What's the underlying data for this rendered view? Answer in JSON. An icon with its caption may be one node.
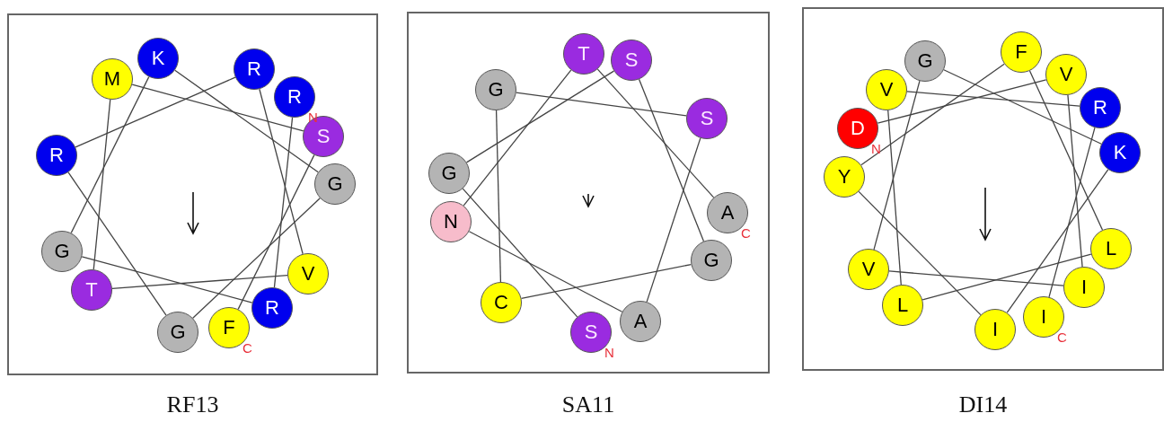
{
  "diagram": {
    "nodes": [
      {
        "text": [
          "RF13"
        ]
      },
      {
        "text": [
          "R"
        ],
        "in": 0,
        "beside": [
          "N"
        ]
      },
      {
        "text": [
          "R"
        ],
        "in": 0
      },
      {
        "text": [
          "G"
        ],
        "in": 0
      },
      {
        "text": [
          "K"
        ],
        "in": 0
      },
      {
        "text": [
          "G"
        ],
        "in": 0
      },
      {
        "text": [
          "G"
        ],
        "in": 0
      },
      {
        "text": [
          "R"
        ],
        "in": 0
      },
      {
        "text": [
          "R"
        ],
        "in": 0
      },
      {
        "text": [
          "V"
        ],
        "in": 0
      },
      {
        "text": [
          "T"
        ],
        "in": 0
      },
      {
        "text": [
          "M"
        ],
        "in": 0
      },
      {
        "text": [
          "S"
        ],
        "in": 0
      },
      {
        "text": [
          "F"
        ],
        "in": 0,
        "beside": [
          "C"
        ]
      },
      {
        "text": [
          "SA11"
        ]
      },
      {
        "text": [
          "S"
        ],
        "in": 14,
        "beside": [
          "N"
        ]
      },
      {
        "text": [
          "G"
        ],
        "in": 14
      },
      {
        "text": [
          "S"
        ],
        "in": 14
      },
      {
        "text": [
          "G"
        ],
        "in": 14
      },
      {
        "text": [
          "C"
        ],
        "in": 14
      },
      {
        "text": [
          "G"
        ],
        "in": 14
      },
      {
        "text": [
          "S"
        ],
        "in": 14
      },
      {
        "text": [
          "A"
        ],
        "in": 14
      },
      {
        "text": [
          "N"
        ],
        "in": 14
      },
      {
        "text": [
          "T"
        ],
        "in": 14
      },
      {
        "text": [
          "A"
        ],
        "in": 14,
        "beside": [
          "C"
        ]
      },
      {
        "text": [
          "DI14"
        ]
      },
      {
        "text": [
          "D"
        ],
        "in": 26,
        "beside": [
          "N"
        ]
      },
      {
        "text": [
          "V"
        ],
        "in": 26
      },
      {
        "text": [
          "I"
        ],
        "in": 26
      },
      {
        "text": [
          "V"
        ],
        "in": 26
      },
      {
        "text": [
          "G"
        ],
        "in": 26
      },
      {
        "text": [
          "K"
        ],
        "in": 26
      },
      {
        "text": [
          "I"
        ],
        "in": 26
      },
      {
        "text": [
          "Y"
        ],
        "in": 26
      },
      {
        "text": [
          "F"
        ],
        "in": 26
      },
      {
        "text": [
          "L"
        ],
        "in": 26
      },
      {
        "text": [
          "L"
        ],
        "in": 26
      },
      {
        "text": [
          "V"
        ],
        "in": 26
      },
      {
        "text": [
          "R"
        ],
        "in": 26
      },
      {
        "text": [
          "I"
        ],
        "in": 26,
        "beside": [
          "C"
        ]
      }
    ],
    "edges": [
      {
        "from": 1,
        "to": 2,
        "arrow": "none"
      },
      {
        "from": 2,
        "to": 3,
        "arrow": "none"
      },
      {
        "from": 3,
        "to": 4,
        "arrow": "none"
      },
      {
        "from": 4,
        "to": 5,
        "arrow": "none"
      },
      {
        "from": 5,
        "to": 6,
        "arrow": "none"
      },
      {
        "from": 6,
        "to": 7,
        "arrow": "none"
      },
      {
        "from": 7,
        "to": 8,
        "arrow": "none"
      },
      {
        "from": 8,
        "to": 9,
        "arrow": "none"
      },
      {
        "from": 9,
        "to": 10,
        "arrow": "none"
      },
      {
        "from": 10,
        "to": 11,
        "arrow": "none"
      },
      {
        "from": 11,
        "to": 12,
        "arrow": "none"
      },
      {
        "from": 12,
        "to": 13,
        "arrow": "none"
      },
      {
        "from": 15,
        "to": 16,
        "arrow": "none"
      },
      {
        "from": 16,
        "to": 17,
        "arrow": "none"
      },
      {
        "from": 17,
        "to": 18,
        "arrow": "none"
      },
      {
        "from": 18,
        "to": 19,
        "arrow": "none"
      },
      {
        "from": 19,
        "to": 20,
        "arrow": "none"
      },
      {
        "from": 20,
        "to": 21,
        "arrow": "none"
      },
      {
        "from": 21,
        "to": 22,
        "arrow": "none"
      },
      {
        "from": 22,
        "to": 23,
        "arrow": "none"
      },
      {
        "from": 23,
        "to": 24,
        "arrow": "none"
      },
      {
        "from": 24,
        "to": 25,
        "arrow": "none"
      },
      {
        "from": 27,
        "to": 28,
        "arrow": "none"
      },
      {
        "from": 28,
        "to": 29,
        "arrow": "none"
      },
      {
        "from": 29,
        "to": 30,
        "arrow": "none"
      },
      {
        "from": 30,
        "to": 31,
        "arrow": "none"
      },
      {
        "from": 31,
        "to": 32,
        "arrow": "none"
      },
      {
        "from": 32,
        "to": 33,
        "arrow": "none"
      },
      {
        "from": 33,
        "to": 34,
        "arrow": "none"
      },
      {
        "from": 34,
        "to": 35,
        "arrow": "none"
      },
      {
        "from": 35,
        "to": 36,
        "arrow": "none"
      },
      {
        "from": 36,
        "to": 37,
        "arrow": "none"
      },
      {
        "from": 37,
        "to": 38,
        "arrow": "none"
      },
      {
        "from": 38,
        "to": 39,
        "arrow": "none"
      },
      {
        "from": 39,
        "to": 40,
        "arrow": "none"
      }
    ]
  }
}
